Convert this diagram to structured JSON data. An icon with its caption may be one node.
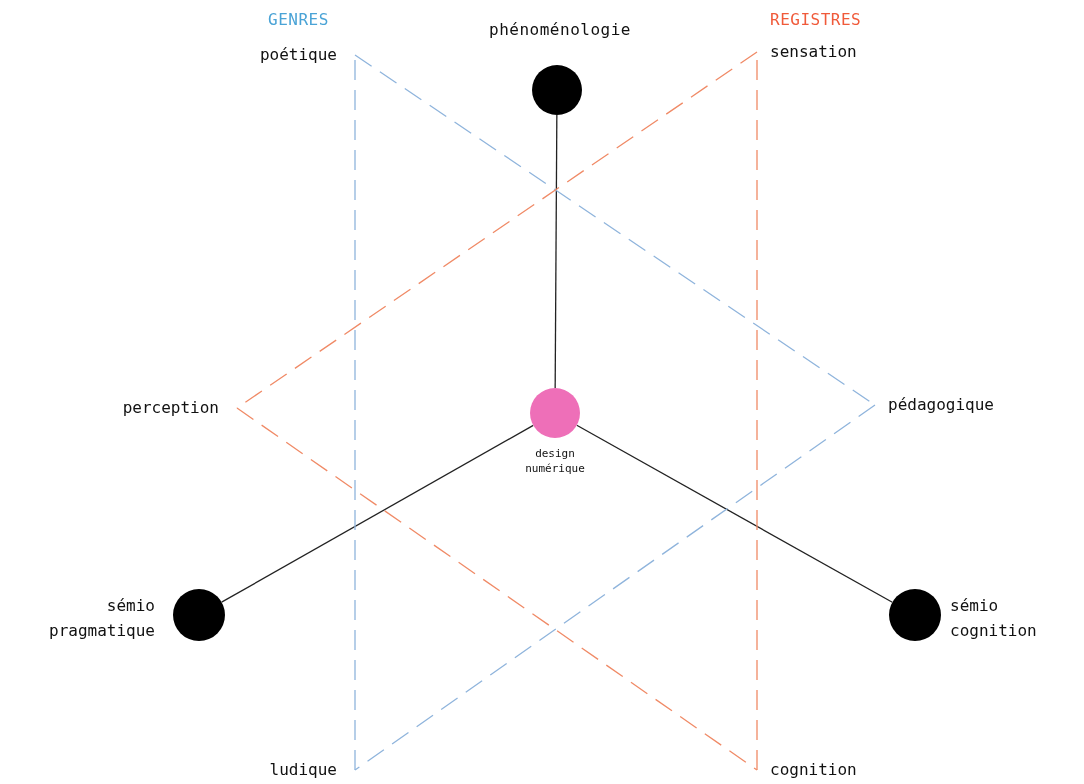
{
  "diagram": {
    "nodes": [
      {
        "text": [
          "phénoménologie"
        ]
      },
      {
        "text": [
          "design numérique"
        ]
      },
      {
        "text": [
          "sémio pragmatique"
        ]
      },
      {
        "text": [
          "sémio cognition"
        ]
      },
      {
        "text": [
          "poétique"
        ]
      },
      {
        "text": [
          "pédagogique"
        ]
      },
      {
        "text": [
          "ludique"
        ]
      },
      {
        "text": [
          "sensation"
        ]
      },
      {
        "text": [
          "perception"
        ]
      },
      {
        "text": [
          "cognition"
        ]
      }
    ],
    "edges": [
      {
        "from": 1,
        "to": 0,
        "arrow": "none"
      },
      {
        "from": 1,
        "to": 2,
        "arrow": "none"
      },
      {
        "from": 1,
        "to": 3,
        "arrow": "none"
      },
      {
        "from": 4,
        "to": 5,
        "arrow": "none",
        "style": "dashed",
        "color": "#8fb4dc"
      },
      {
        "from": 5,
        "to": 6,
        "arrow": "none",
        "style": "dashed",
        "color": "#8fb4dc"
      },
      {
        "from": 6,
        "to": 4,
        "arrow": "none",
        "style": "dashed",
        "color": "#8fb4dc"
      },
      {
        "from": 7,
        "to": 8,
        "arrow": "none",
        "style": "dashed",
        "color": "#f08a66"
      },
      {
        "from": 8,
        "to": 9,
        "arrow": "none",
        "style": "dashed",
        "color": "#f08a66"
      },
      {
        "from": 9,
        "to": 7,
        "arrow": "none",
        "style": "dashed",
        "color": "#f08a66"
      }
    ],
    "labels": [
      "GENRES",
      "REGISTRES"
    ]
  }
}
